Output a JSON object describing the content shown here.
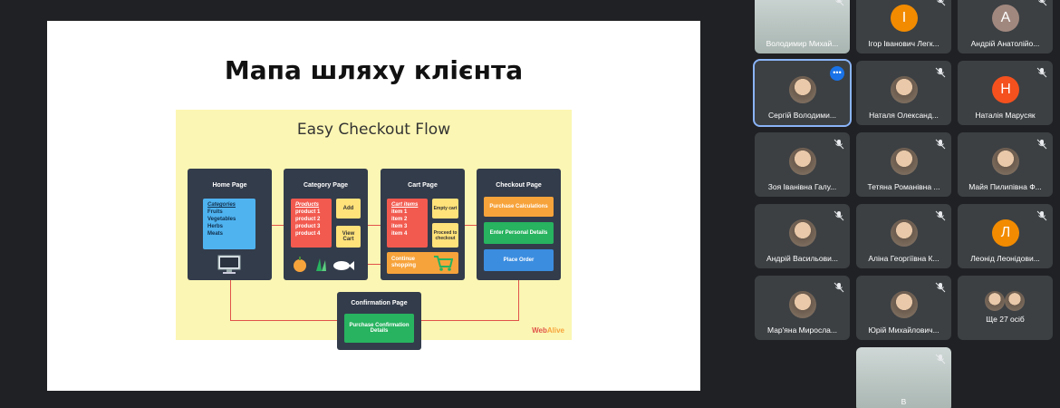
{
  "slide": {
    "title": "Мапа шляху клієнта",
    "diagram": {
      "title": "Easy Checkout Flow",
      "home": {
        "title": "Home Page",
        "categories_head": "Categories",
        "categories": [
          "Fruits",
          "Vegetables",
          "Herbs",
          "Meats"
        ]
      },
      "category": {
        "title": "Category Page",
        "products_head": "Products",
        "products": [
          "product 1",
          "product 2",
          "product 3",
          "product 4"
        ],
        "add": "Add",
        "view_cart": "View Cart"
      },
      "cart": {
        "title": "Cart Page",
        "items_head": "Cart items",
        "items": [
          "item 1",
          "item 2",
          "item 3",
          "item 4"
        ],
        "empty": "Empty cart",
        "proceed": "Proceed to checkout",
        "continue": "Continue shopping"
      },
      "checkout": {
        "title": "Checkout Page",
        "calc": "Purchase Calculations",
        "enter": "Enter Personal Details",
        "place": "Place Order"
      },
      "confirmation": {
        "title": "Confirmation Page",
        "details": "Purchase Confirmation Details"
      },
      "brand_a": "Web",
      "brand_b": "Alive"
    }
  },
  "participants": [
    {
      "name": "Володимир Михай...",
      "type": "video"
    },
    {
      "name": "Ігор Іванович Легк...",
      "initial": "І",
      "color": "#f28b00"
    },
    {
      "name": "Андрій Анатолійо...",
      "initial": "А",
      "color": "#a1887f"
    },
    {
      "name": "Сергій Володими...",
      "type": "photo",
      "active": true
    },
    {
      "name": "Наталя Олександ...",
      "type": "photo"
    },
    {
      "name": "Наталія Марусяк",
      "initial": "Н",
      "color": "#f4511e"
    },
    {
      "name": "Зоя Іванівна Галу...",
      "type": "photo"
    },
    {
      "name": "Тетяна Романівна ...",
      "type": "photo"
    },
    {
      "name": "Майя Пилипівна Ф...",
      "type": "photo"
    },
    {
      "name": "Андрій Васильови...",
      "type": "photo"
    },
    {
      "name": "Аліна Георгіївна К...",
      "type": "photo"
    },
    {
      "name": "Леонід Леонідови...",
      "initial": "Л",
      "color": "#f28b00"
    },
    {
      "name": "Мар'яна Миросла...",
      "type": "photo"
    },
    {
      "name": "Юрій Михайлович...",
      "type": "photo"
    },
    {
      "name": "Ще 27 осіб",
      "type": "more"
    },
    {
      "name": "В",
      "type": "video"
    }
  ]
}
